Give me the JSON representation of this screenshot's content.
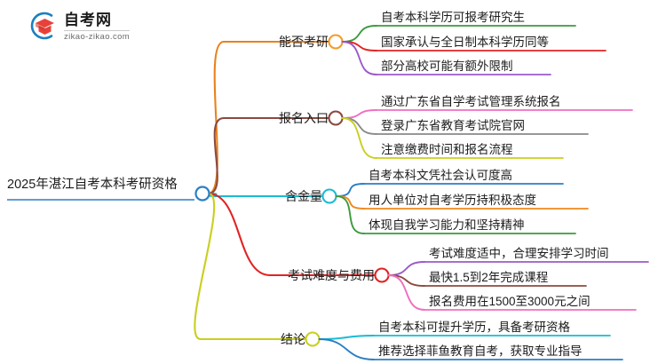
{
  "brand": {
    "name": "自考网",
    "domain": "zikao-zikao.com",
    "logo_icon": "graduation-cap-icon",
    "arc_color": "#1a7fc1",
    "cap_color": "#e8413a"
  },
  "mindmap": {
    "type": "mindmap",
    "root": {
      "label": "2025年湛江自考本科考研资格",
      "node_color": "#2b7fc4",
      "underline_color": "#2b7fc4"
    },
    "branches": [
      {
        "label": "能否考研",
        "branch_color": "#e8821e",
        "node_color": "#f29c2a",
        "children": [
          {
            "label": "自考本科学历可报考研究生",
            "color": "#3d9a3d"
          },
          {
            "label": "国家承认与全日制本科学历同等",
            "color": "#e02424"
          },
          {
            "label": "部分高校可能有额外限制",
            "color": "#9b59c9"
          }
        ]
      },
      {
        "label": "报名入口",
        "branch_color": "#8b4a3f",
        "node_color": "#8b4a3f",
        "children": [
          {
            "label": "通过广东省自学考试管理系统报名",
            "color": "#ef6fc0"
          },
          {
            "label": "登录广东省教育考试院官网",
            "color": "#8a8a8a"
          },
          {
            "label": "注意缴费时间和报名流程",
            "color": "#c9cf1e"
          }
        ]
      },
      {
        "label": "含金量",
        "branch_color": "#18bcd4",
        "node_color": "#18bcd4",
        "children": [
          {
            "label": "自考本科文凭社会认可度高",
            "color": "#2b7fc4"
          },
          {
            "label": "用人单位对自考学历持积极态度",
            "color": "#f0871e"
          },
          {
            "label": "体现自我学习能力和坚持精神",
            "color": "#3d9a3d"
          }
        ]
      },
      {
        "label": "考试难度与费用",
        "branch_color": "#e02424",
        "node_color": "#e02424",
        "children": [
          {
            "label": "考试难度适中，合理安排学习时间",
            "color": "#9b59c9"
          },
          {
            "label": "最快1.5到2年完成课程",
            "color": "#8b4a3f"
          },
          {
            "label": "报名费用在1500至3000元之间",
            "color": "#ef6fc0"
          }
        ]
      },
      {
        "label": "结论",
        "branch_color": "#c9cf1e",
        "node_color": "#c9cf1e",
        "children": [
          {
            "label": "自考本科可提升学历，具备考研资格",
            "color": "#18bcd4"
          },
          {
            "label": "推荐选择菲鱼教育自考，获取专业指导",
            "color": "#2b7fc4"
          }
        ]
      }
    ]
  }
}
